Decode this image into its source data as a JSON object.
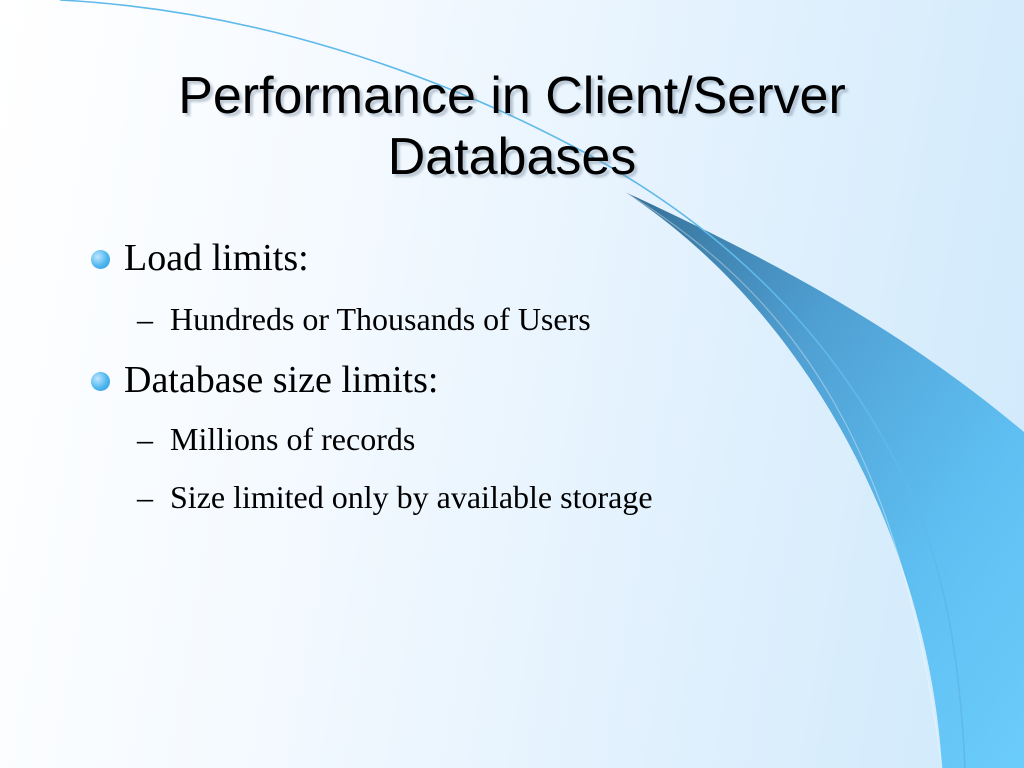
{
  "slide": {
    "title_lines": [
      "Performance in Client/Server",
      "Databases"
    ],
    "bullets": [
      {
        "level": 1,
        "text": "Load limits:"
      },
      {
        "level": 2,
        "marker": "–",
        "text": "Hundreds or Thousands of Users"
      },
      {
        "level": 1,
        "text": "Database size limits:"
      },
      {
        "level": 2,
        "marker": "–",
        "text": "Millions of records"
      },
      {
        "level": 2,
        "marker": "–",
        "text": "Size limited only by available storage"
      }
    ]
  },
  "colors": {
    "bullet_dot": "#4db6ef",
    "swoosh_light": "#66c8f8",
    "swoosh_dark": "#3a7aa3",
    "thin_arc": "#5fb9ea"
  }
}
